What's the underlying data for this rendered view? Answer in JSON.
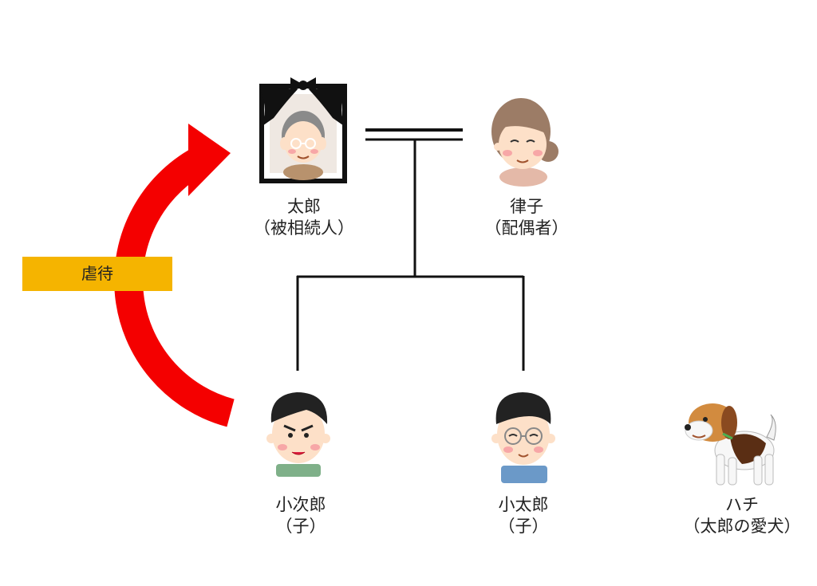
{
  "people": {
    "taro": {
      "name": "太郎",
      "role": "（被相続人）"
    },
    "ritsuko": {
      "name": "律子",
      "role": "（配偶者）"
    },
    "kojiro": {
      "name": "小次郎",
      "role": "（子）"
    },
    "kotaro": {
      "name": "小太郎",
      "role": "（子）"
    },
    "hachi": {
      "name": "ハチ",
      "role": "（太郎の愛犬）"
    }
  },
  "abuse": {
    "label": "虐待",
    "arrow_color": "#f40000",
    "label_color": "#f5b400"
  },
  "colors": {
    "line": "#111111",
    "skin": "#fde0c8",
    "cheek": "#f7a7a7"
  },
  "icons": [
    "memorial-portrait-icon",
    "old-woman-icon",
    "angry-boy-icon",
    "boy-with-glasses-icon",
    "beagle-dog-icon",
    "curved-arrow-icon"
  ]
}
